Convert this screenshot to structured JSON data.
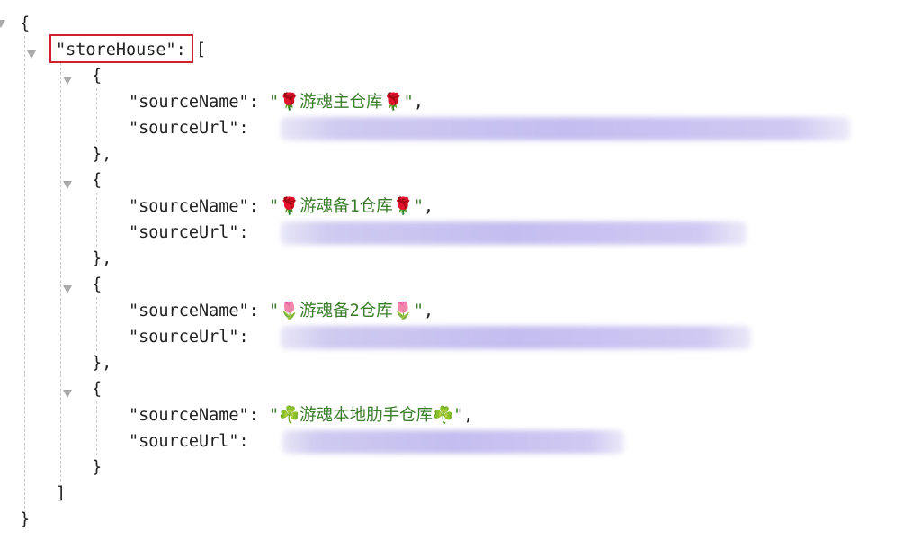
{
  "json_view": {
    "root_open": "{",
    "root_close": "}",
    "array_key": "\"storeHouse\"",
    "array_open": ": [",
    "array_close": "]",
    "obj_open": "{",
    "obj_close_comma": "},",
    "obj_close": "}",
    "name_key": "\"sourceName\"",
    "url_key": "\"sourceUrl\"",
    "colon": ": ",
    "items": [
      {
        "sourceName": "\"🌹游魂主仓库🌹\"",
        "suffix": ","
      },
      {
        "sourceName": "\"🌹游魂备1仓库🌹\"",
        "suffix": ","
      },
      {
        "sourceName": "\"🌷游魂备2仓库🌷\"",
        "suffix": ","
      },
      {
        "sourceName": "\"☘️游魂本地肋手仓库☘️\"",
        "suffix": ","
      }
    ],
    "highlight_color": "#d0202e"
  }
}
